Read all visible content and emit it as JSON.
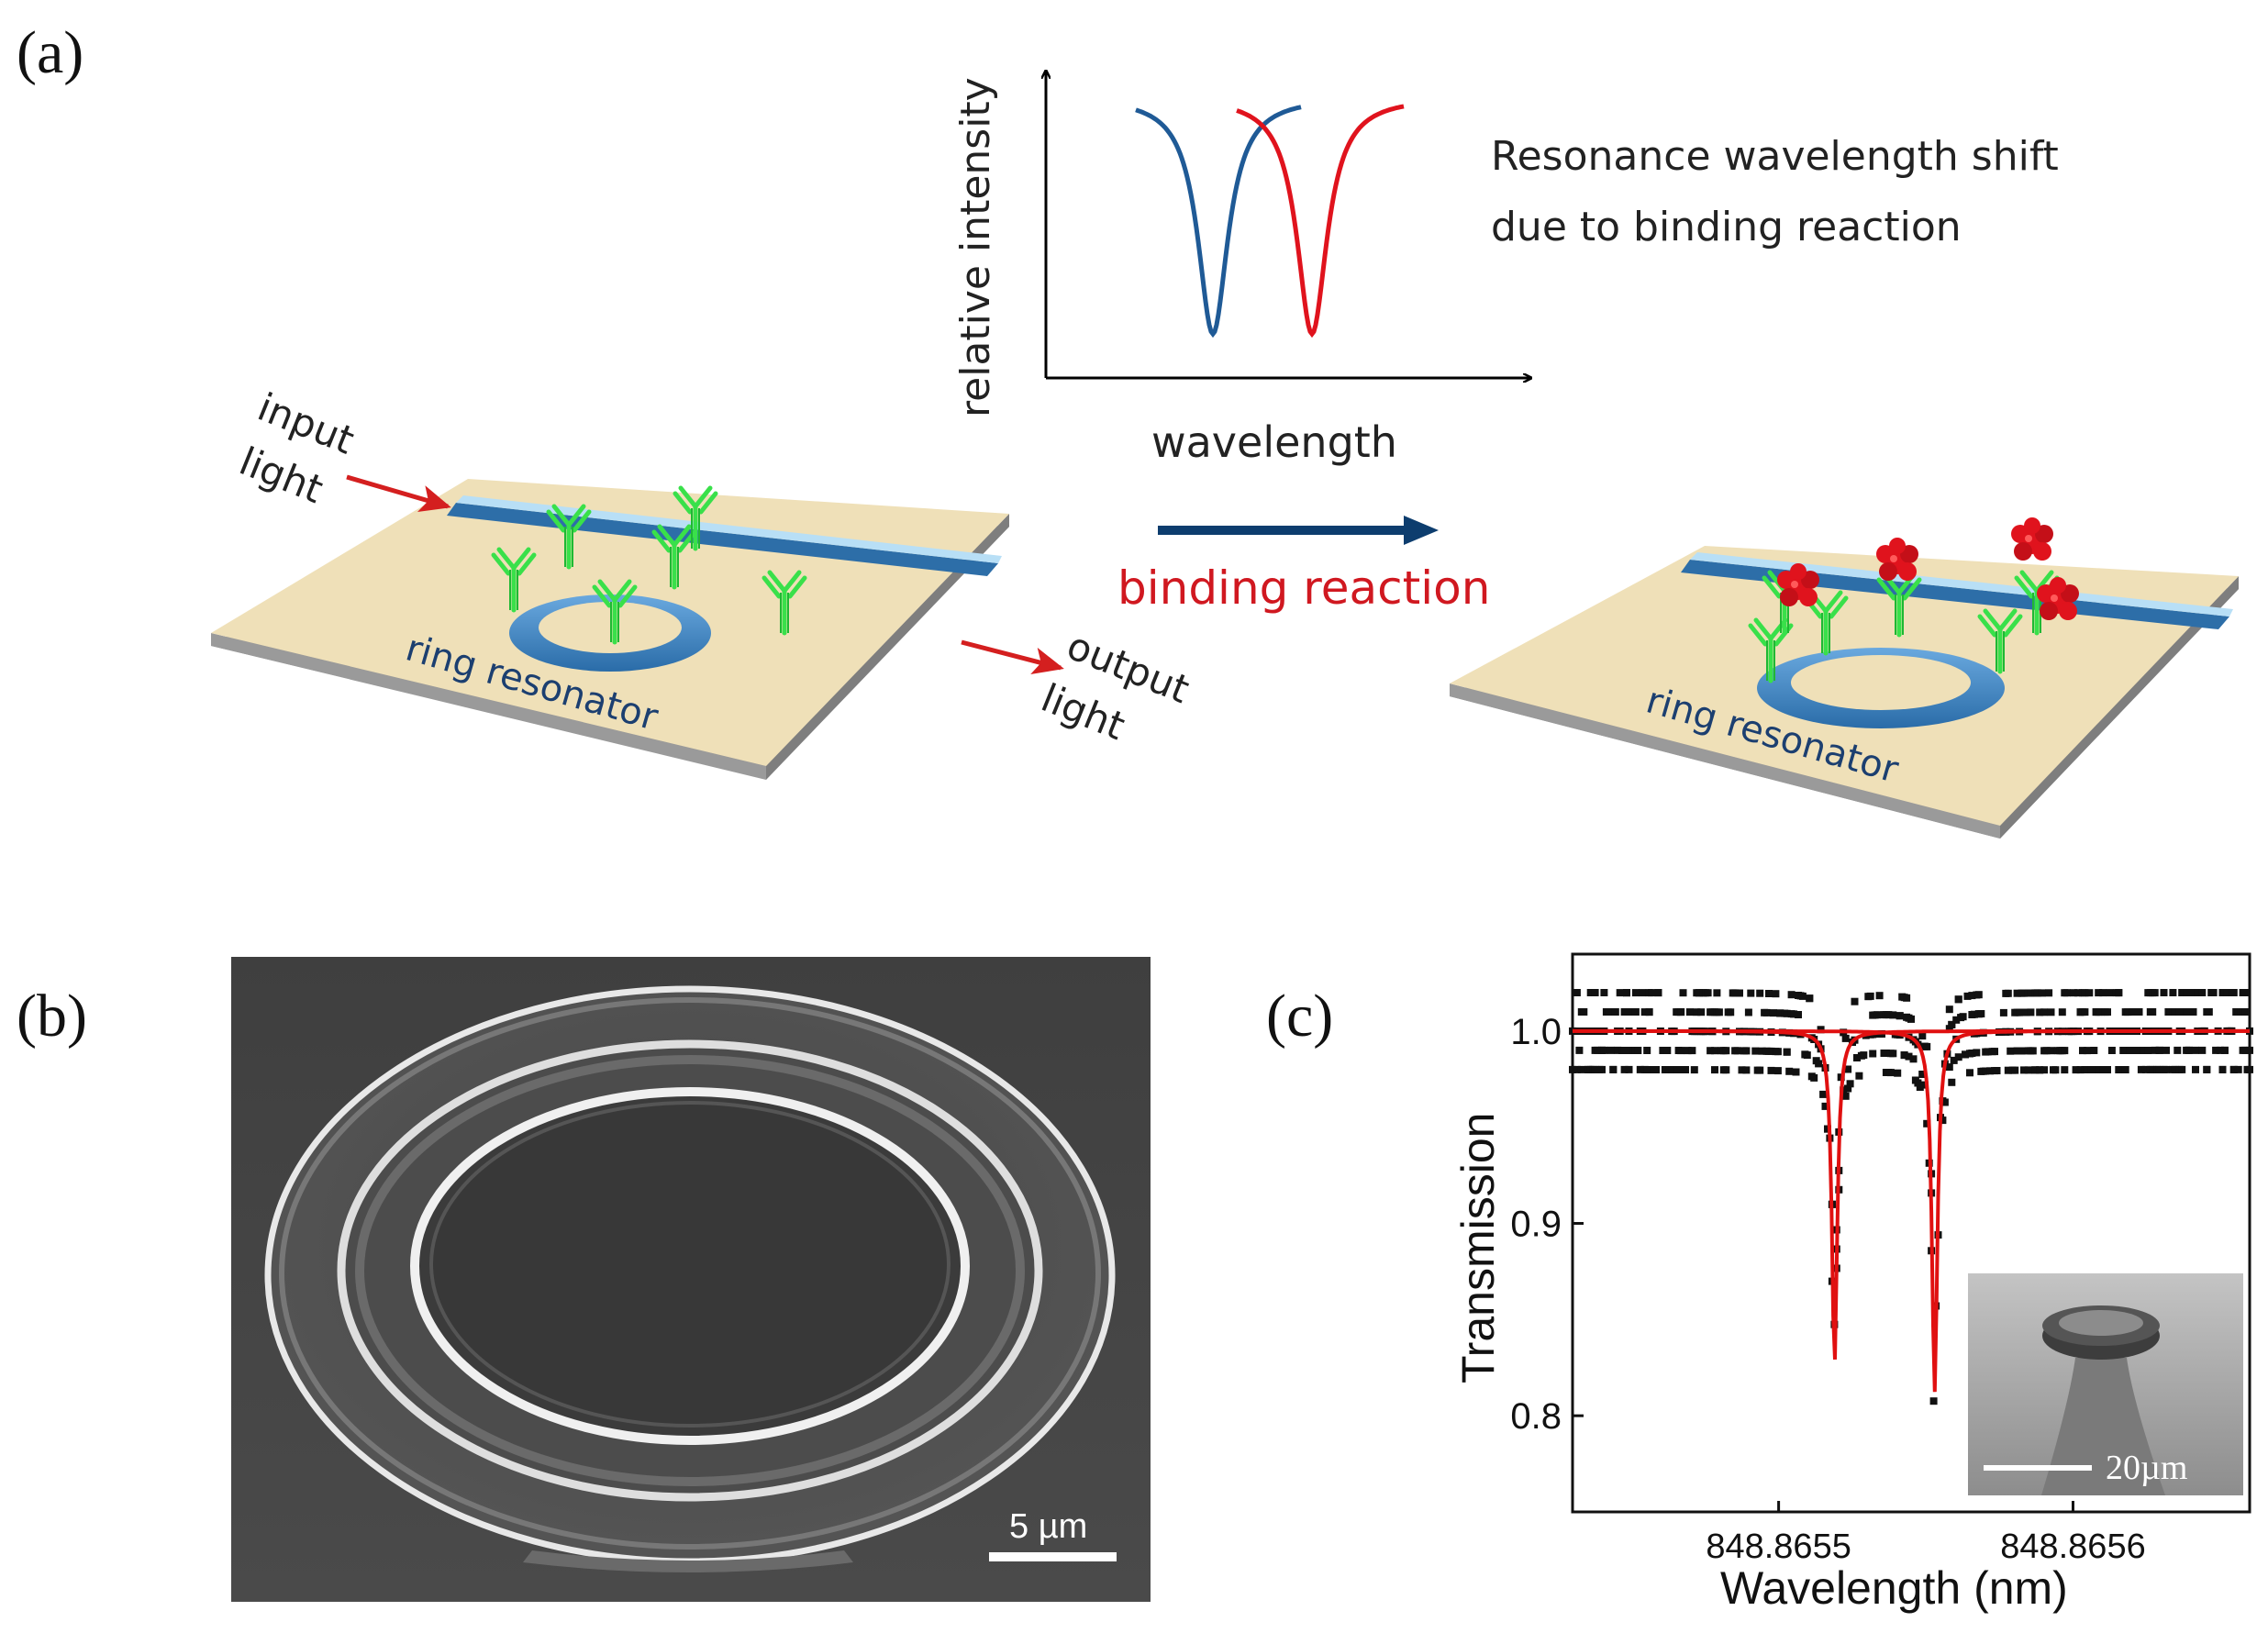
{
  "panels": {
    "a": {
      "label": "(a)",
      "mini_plot": {
        "ylabel": "relative intensity",
        "xlabel": "wavelength",
        "line_colors": [
          "#1f5a96",
          "#e0131d"
        ]
      },
      "shift_note": [
        "Resonance wavelength shift",
        "due to binding reaction"
      ],
      "input_light": [
        "input",
        "light"
      ],
      "output_light": [
        "output",
        "light"
      ],
      "ring_label": "ring resonator",
      "process_label": "binding reaction",
      "colors": {
        "substrate": "#efe0b8",
        "waveguide": "#2d6ea8",
        "antibody": "#39e04a",
        "analyte": "#e0131d",
        "arrow": "#0d3d6e",
        "process_text": "#d01820"
      }
    },
    "b": {
      "label": "(b)",
      "scale_bar": "5 µm"
    },
    "c": {
      "label": "(c)",
      "inset_scale_bar": "20µm"
    }
  },
  "chart_data": {
    "type": "scatter",
    "xlabel": "Wavelength (nm)",
    "ylabel": "Transmission",
    "xticks": [
      848.8655,
      848.8656
    ],
    "xtick_labels": [
      "848.8655",
      "848.8656"
    ],
    "yticks": [
      0.8,
      0.9,
      1.0
    ],
    "ytick_labels": [
      "0.8",
      "0.9",
      "1.0"
    ],
    "xlim": [
      848.86543,
      848.86566
    ],
    "ylim": [
      0.75,
      1.04
    ],
    "series": [
      {
        "kind": "measured",
        "color": "#111111"
      },
      {
        "kind": "fit",
        "color": "#e01010",
        "dips": [
          {
            "x0": 848.865519,
            "width": 2.2e-06,
            "min": 0.827
          },
          {
            "x0": 848.865553,
            "width": 2.2e-06,
            "min": 0.812
          }
        ]
      }
    ]
  }
}
